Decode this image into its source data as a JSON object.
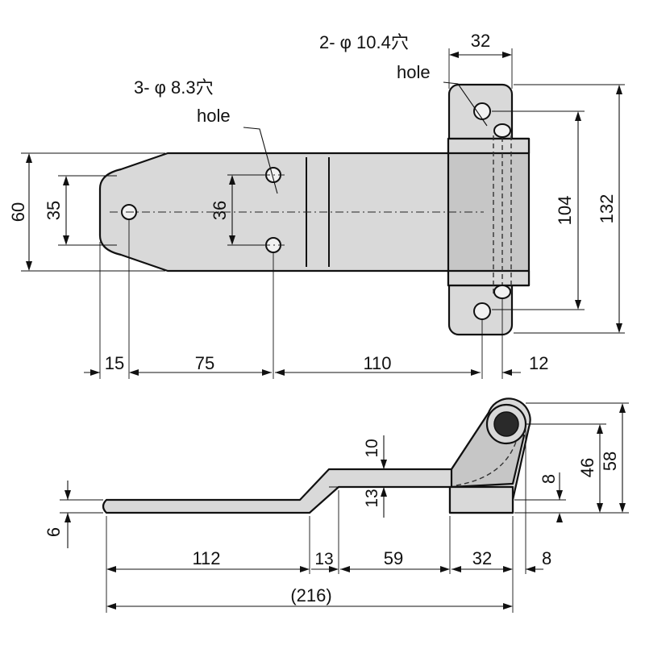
{
  "top_view": {
    "callouts": {
      "small_holes": {
        "spec": "3- φ 8.3穴",
        "word": "hole"
      },
      "large_holes": {
        "spec": "2- φ 10.4穴",
        "word": "hole"
      }
    },
    "dimensions": {
      "overall_height": "60",
      "end_span": "35",
      "hole_span": "36",
      "hinge_hole_span": "104",
      "hinge_height": "132",
      "hinge_width": "32",
      "edge_to_hole": "15",
      "hole_to_hole": "75",
      "hole_to_hinge_hole": "110",
      "hinge_offset": "12"
    }
  },
  "side_view": {
    "dimensions": {
      "thickness": "6",
      "offset_upper": "10",
      "offset_lower": "13",
      "pivot_height_inner": "8",
      "pivot_height": "46",
      "overall_height": "58",
      "flat_length": "112",
      "step_length": "13",
      "mid_length": "59",
      "hinge_length": "32",
      "tail_length": "8",
      "overall_length": "(216)"
    }
  }
}
